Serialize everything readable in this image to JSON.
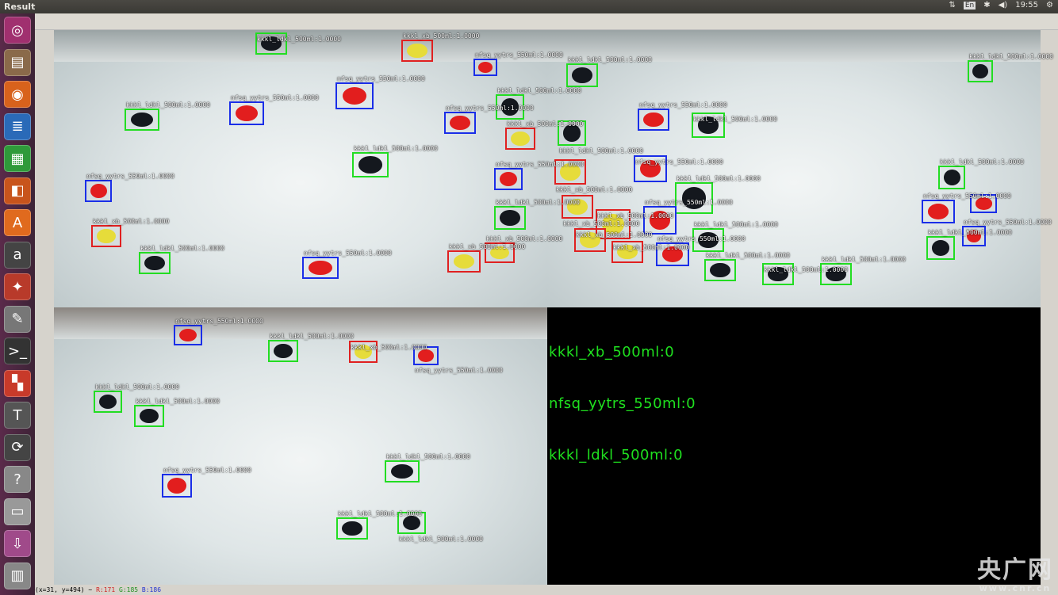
{
  "window": {
    "title": "Result"
  },
  "tray": {
    "input_method": "En",
    "time": "19:55"
  },
  "launcher": [
    {
      "name": "ubuntu-dash",
      "glyph": "◎",
      "color": "#a0306f"
    },
    {
      "name": "files",
      "glyph": "▤",
      "color": "#8a6a4a"
    },
    {
      "name": "firefox",
      "glyph": "◉",
      "color": "#d8621c"
    },
    {
      "name": "writer",
      "glyph": "≣",
      "color": "#2a6ab8"
    },
    {
      "name": "calc",
      "glyph": "▦",
      "color": "#2f9a3a"
    },
    {
      "name": "impress",
      "glyph": "◧",
      "color": "#c8541c"
    },
    {
      "name": "software-center",
      "glyph": "A",
      "color": "#e06a1e"
    },
    {
      "name": "amazon",
      "glyph": "a",
      "color": "#444"
    },
    {
      "name": "settings",
      "glyph": "✦",
      "color": "#b83a2a"
    },
    {
      "name": "text-editor",
      "glyph": "✎",
      "color": "#777"
    },
    {
      "name": "terminal",
      "glyph": ">_",
      "color": "#333"
    },
    {
      "name": "workspaces",
      "glyph": "▚",
      "color": "#c83a2a"
    },
    {
      "name": "xterm",
      "glyph": "T",
      "color": "#555"
    },
    {
      "name": "software-updater",
      "glyph": "⟳",
      "color": "#444"
    },
    {
      "name": "help",
      "glyph": "?",
      "color": "#888"
    },
    {
      "name": "drive",
      "glyph": "▭",
      "color": "#999"
    },
    {
      "name": "usb-drive",
      "glyph": "⇩",
      "color": "#a04a8a"
    },
    {
      "name": "trash",
      "glyph": "▥",
      "color": "#888"
    }
  ],
  "detection_labels": {
    "kkkl_ldkl": "kkkl_ldkl_500ml:1.0000",
    "nfsq_yytrs": "nfsq_yytrs_550ml:1.0000",
    "kkkl_xb": "kkkl_xb_500ml:1.0000"
  },
  "colors": {
    "kkkl_ldkl": "#22dd22",
    "nfsq_yytrs": "#1a2ee8",
    "kkkl_xb": "#e02020"
  },
  "counts": [
    {
      "text": "kkkl_xb_500ml:0"
    },
    {
      "text": "nfsq_yytrs_550ml:0"
    },
    {
      "text": "kkkl_ldkl_500ml:0"
    }
  ],
  "status": {
    "coords": "(x=31, y=494) ~",
    "r": "R:171",
    "g": "G:185",
    "b": "B:186"
  },
  "watermark": {
    "cn": "央广网",
    "url": "www.cnr.cn"
  }
}
